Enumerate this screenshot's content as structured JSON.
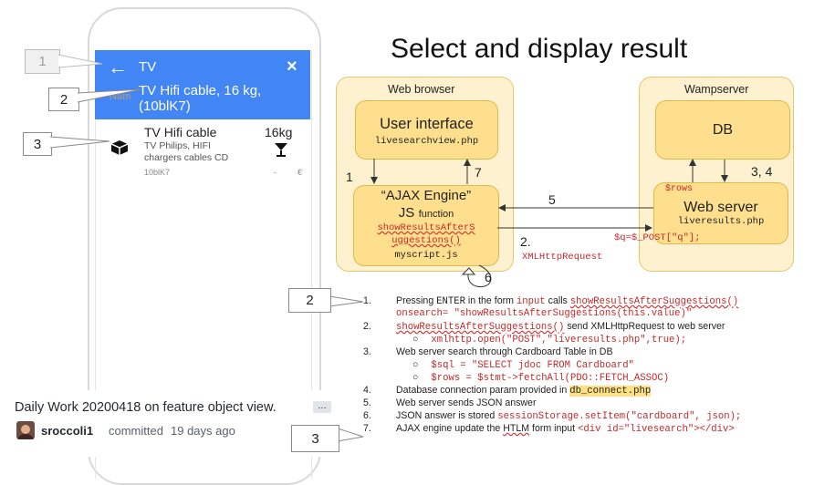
{
  "title": "Select and display result",
  "callouts": {
    "c1": "1",
    "c2": "2",
    "c3": "3",
    "c4": "2",
    "c5": "3"
  },
  "phone": {
    "search_query": "TV",
    "close_glyph": "×",
    "back_glyph": "←",
    "suggestion": "TV Hifi cable, 16 kg, (10blK7)",
    "name_hint": "Nam",
    "item": {
      "title": "TV Hifi cable",
      "weight": "16kg",
      "desc_line1": "TV Philips, HIFI",
      "desc_line2": "chargers cables CD",
      "code": "10blK7",
      "dash": "-",
      "currency": "€"
    }
  },
  "commit": {
    "message": "Daily Work 20200418 on feature object view.",
    "more": "…",
    "user": "sroccoli1",
    "verb": "committed",
    "when": "19 days ago"
  },
  "diagram": {
    "browser_label": "Web browser",
    "server_label": "Wampserver",
    "ui_title": "User interface",
    "ui_file": "livesearchview.php",
    "ajax_title": "“AJAX Engine”",
    "ajax_js": "JS",
    "ajax_function": "function",
    "ajax_fn1": "showResultsAfterS",
    "ajax_fn2": "uggestions()",
    "ajax_file": "myscript.js",
    "db_title": "DB",
    "rows_var": "$rows",
    "ws_title": "Web server",
    "ws_file": "liveresults.php",
    "post_var": "$q=$_POST[\"q\"];",
    "n1": "1",
    "n7": "7",
    "n5": "5",
    "n2": "2.",
    "xhr": "XMLHttpRequest",
    "n34": "3, 4",
    "n6": "6"
  },
  "steps": {
    "s1_num": "1.",
    "s1_a": "Pressing ",
    "s1_enter": "ENTER",
    "s1_b": " in the form ",
    "s1_input": "input",
    "s1_c": " calls ",
    "s1_fn": "showResultsAfterSuggestions()",
    "s1_line2": "onsearch= \"showResultsAfterSuggestions(this.value)\"",
    "s2_num": "2.",
    "s2_fn": "showResultsAfterSuggestions()",
    "s2_b": " send XMLHttpRequest to web server",
    "s2_bullet": "○",
    "s2_code": "xmlhttp.open(\"POST\",\"liveresults.php\",true);",
    "s3_num": "3.",
    "s3_text": "Web server search through Cardboard Table in DB",
    "s3_bullet": "○",
    "s3_code1": "$sql = \"SELECT jdoc FROM Cardboard\"",
    "s3_code2": "$rows = $stmt->fetchAll(PDO::FETCH_ASSOC)",
    "s4_num": "4.",
    "s4_text": "Database connection param provided in ",
    "s4_file": "db_connect.php",
    "s5_num": "5.",
    "s5_text": "Web server sends JSON answer",
    "s6_num": "6.",
    "s6_text": "JSON answer is stored ",
    "s6_code": "sessionStorage.setItem(\"cardboard\", json);",
    "s7_num": "7.",
    "s7_a": "AJAX engine update the ",
    "s7_htlm": "HTLM",
    "s7_b": " form input ",
    "s7_code": "<div id=\"livesearch\"></div>"
  }
}
